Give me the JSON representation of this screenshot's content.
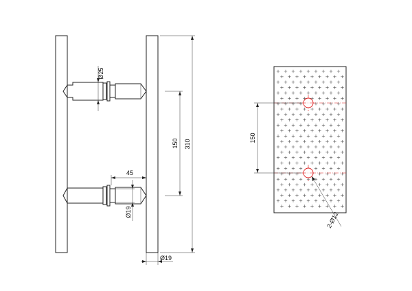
{
  "handle_view": {
    "dim_total_height": "310",
    "dim_center_distance": "150",
    "dim_standoff_length": "45",
    "dim_standoff_diameter_top": "Ø25",
    "dim_standoff_diameter_bottom": "Ø19",
    "dim_bar_diameter": "Ø19"
  },
  "glass_view": {
    "dim_hole_distance": "150",
    "dim_holes": "2-Ø12"
  },
  "colors": {
    "line": "#222222",
    "centerline": "#e02020",
    "background": "#ffffff"
  }
}
